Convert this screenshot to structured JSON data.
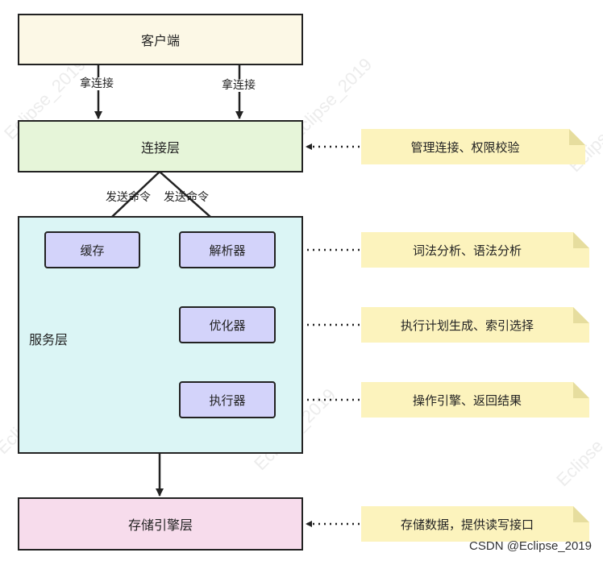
{
  "watermark": "Eclipse_2019",
  "client": {
    "label": "客户端"
  },
  "connection_layer": {
    "label": "连接层"
  },
  "service_layer": {
    "label": "服务层",
    "cache": "缓存",
    "parser": "解析器",
    "optimizer": "优化器",
    "executor": "执行器"
  },
  "storage_layer": {
    "label": "存储引擎层"
  },
  "edge_labels": {
    "get_conn_left": "拿连接",
    "get_conn_right": "拿连接",
    "send_cmd_left": "发送命令",
    "send_cmd_right": "发送命令"
  },
  "notes": {
    "connection": "管理连接、权限校验",
    "parser": "词法分析、语法分析",
    "optimizer": "执行计划生成、索引选择",
    "executor": "操作引擎、返回结果",
    "storage": "存储数据，提供读写接口"
  },
  "credit": "CSDN @Eclipse_2019",
  "colors": {
    "client_fill": "#fcf8e6",
    "connection_fill": "#e6f5d9",
    "service_fill": "#dbf5f5",
    "inner_fill": "#d3d3fa",
    "storage_fill": "#f7dcec",
    "note_fill": "#fcf3bd",
    "note_fold": "#e6dd9e",
    "line": "#222222"
  }
}
